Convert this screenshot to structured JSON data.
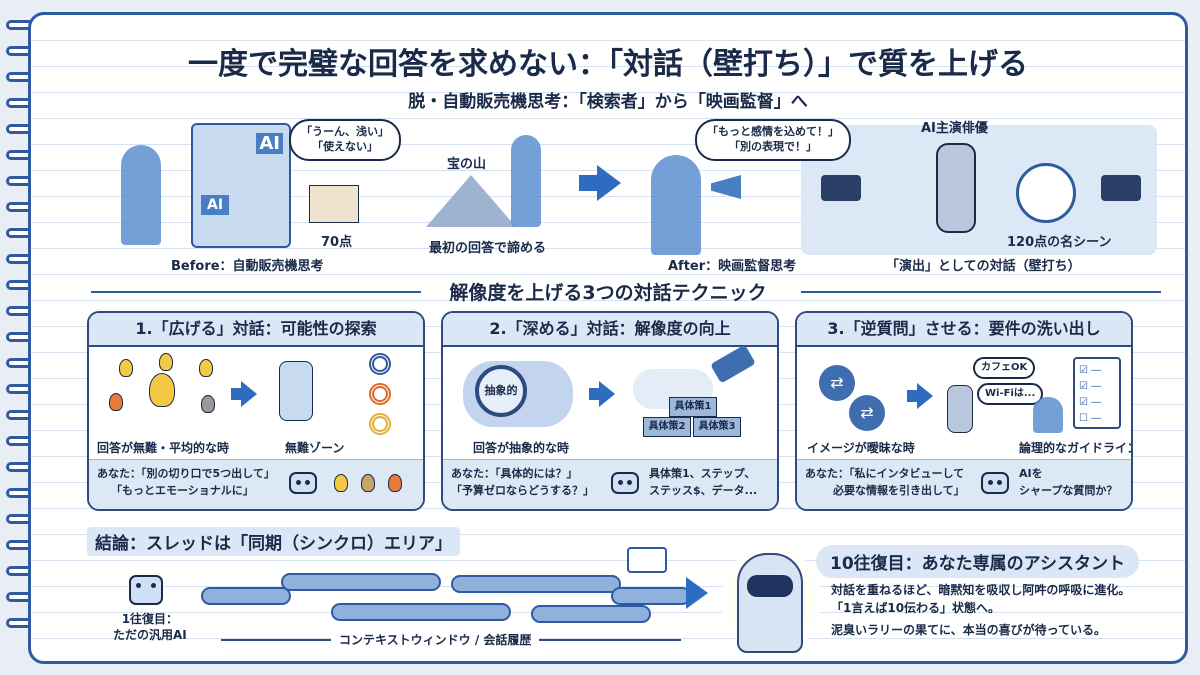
{
  "title": "一度で完璧な回答を求めない：「対話（壁打ち）」で質を上げる",
  "subtitle": "脱・自動販売機思考：「検索者」から「映画監督」へ",
  "before": {
    "vending_ai_top": "AI",
    "vending_ai_panel": "AI",
    "thought": [
      "「うーん、浅い」",
      "「使えない」"
    ],
    "score": "70点",
    "caption": "Before：自動販売機思考"
  },
  "mountain": {
    "label": "宝の山",
    "caption": "最初の回答で諦める"
  },
  "after": {
    "speech": [
      "「もっと感情を込めて！」",
      "「別の表現で！」"
    ],
    "caption": "After：映画監督思考",
    "actor_label": "AI主演俳優",
    "scene_label": "120点の名シーン",
    "right_caption": "「演出」としての対話（壁打ち）"
  },
  "techniques_heading": "解像度を上げる3つの対話テクニック",
  "panels": [
    {
      "title": "1.「広げる」対話：可能性の探索",
      "left_caption": "回答が無難・平均的な時",
      "right_caption": "無難ゾーン",
      "you": "あなた：「別の切り口で5つ出して」",
      "you2": "「もっとエモーショナルに」"
    },
    {
      "title": "2.「深める」対話：解像度の向上",
      "cloud_label": "抽象的",
      "left_caption": "回答が抽象的な時",
      "blocks": [
        "具体策1",
        "具体策2",
        "具体策3"
      ],
      "you": "あなた：「具体的には？」",
      "you2": "「予算ゼロならどうする？」",
      "ai": "具体策1、ステップ、",
      "ai2": "ステッス$、データ..."
    },
    {
      "title": "3.「逆質問」させる：要件の洗い出し",
      "speech1": "カフェOK",
      "speech2": "Wi-Fiは...",
      "left_caption": "イメージが曖昧な時",
      "right_caption": "論理的なガイドライン",
      "you": "あなた：「私にインタビューして",
      "you2": "必要な情報を引き出して」",
      "ai": "AIを",
      "ai2": "シャープな質問か？"
    }
  ],
  "conclusion": {
    "title": "結論：スレッドは「同期（シンクロ）エリア」",
    "start_label": [
      "1往復目：",
      "ただの汎用AI"
    ],
    "axis_label": "コンテキストウィンドウ / 会話履歴",
    "assistant_title": "10往復目：あなた専属のアシスタント",
    "lines": [
      "対話を重ねるほど、暗黙知を吸収し阿吽の呼吸に進化。",
      "「1言えば10伝わる」状態へ。",
      "泥臭いラリーの果てに、本当の喜びが待っている。"
    ]
  }
}
